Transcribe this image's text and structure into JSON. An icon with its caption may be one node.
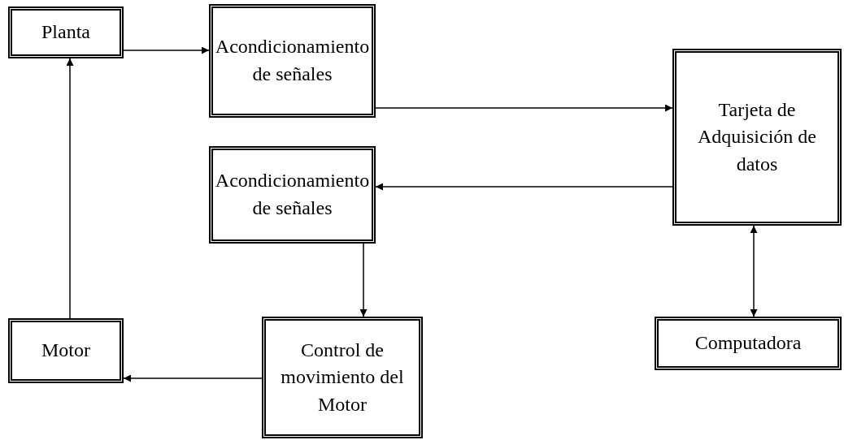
{
  "diagram": {
    "nodes": [
      {
        "text": [
          "Planta"
        ]
      },
      {
        "text": [
          "Acondicionamiento de señales"
        ]
      },
      {
        "text": [
          "Tarjeta de Adquisición de datos"
        ]
      },
      {
        "text": [
          "Acondicionamiento de señales"
        ]
      },
      {
        "text": [
          "Motor"
        ]
      },
      {
        "text": [
          "Control de movimiento del Motor"
        ]
      },
      {
        "text": [
          "Computadora"
        ]
      }
    ],
    "edges": [
      {
        "from": 0,
        "to": 1,
        "arrow": "to"
      },
      {
        "from": 1,
        "to": 2,
        "arrow": "to"
      },
      {
        "from": 2,
        "to": 3,
        "arrow": "to"
      },
      {
        "from": 3,
        "to": 5,
        "arrow": "to"
      },
      {
        "from": 5,
        "to": 4,
        "arrow": "to"
      },
      {
        "from": 4,
        "to": 0,
        "arrow": "to"
      },
      {
        "from": 2,
        "to": 6,
        "arrow": "both"
      }
    ]
  }
}
